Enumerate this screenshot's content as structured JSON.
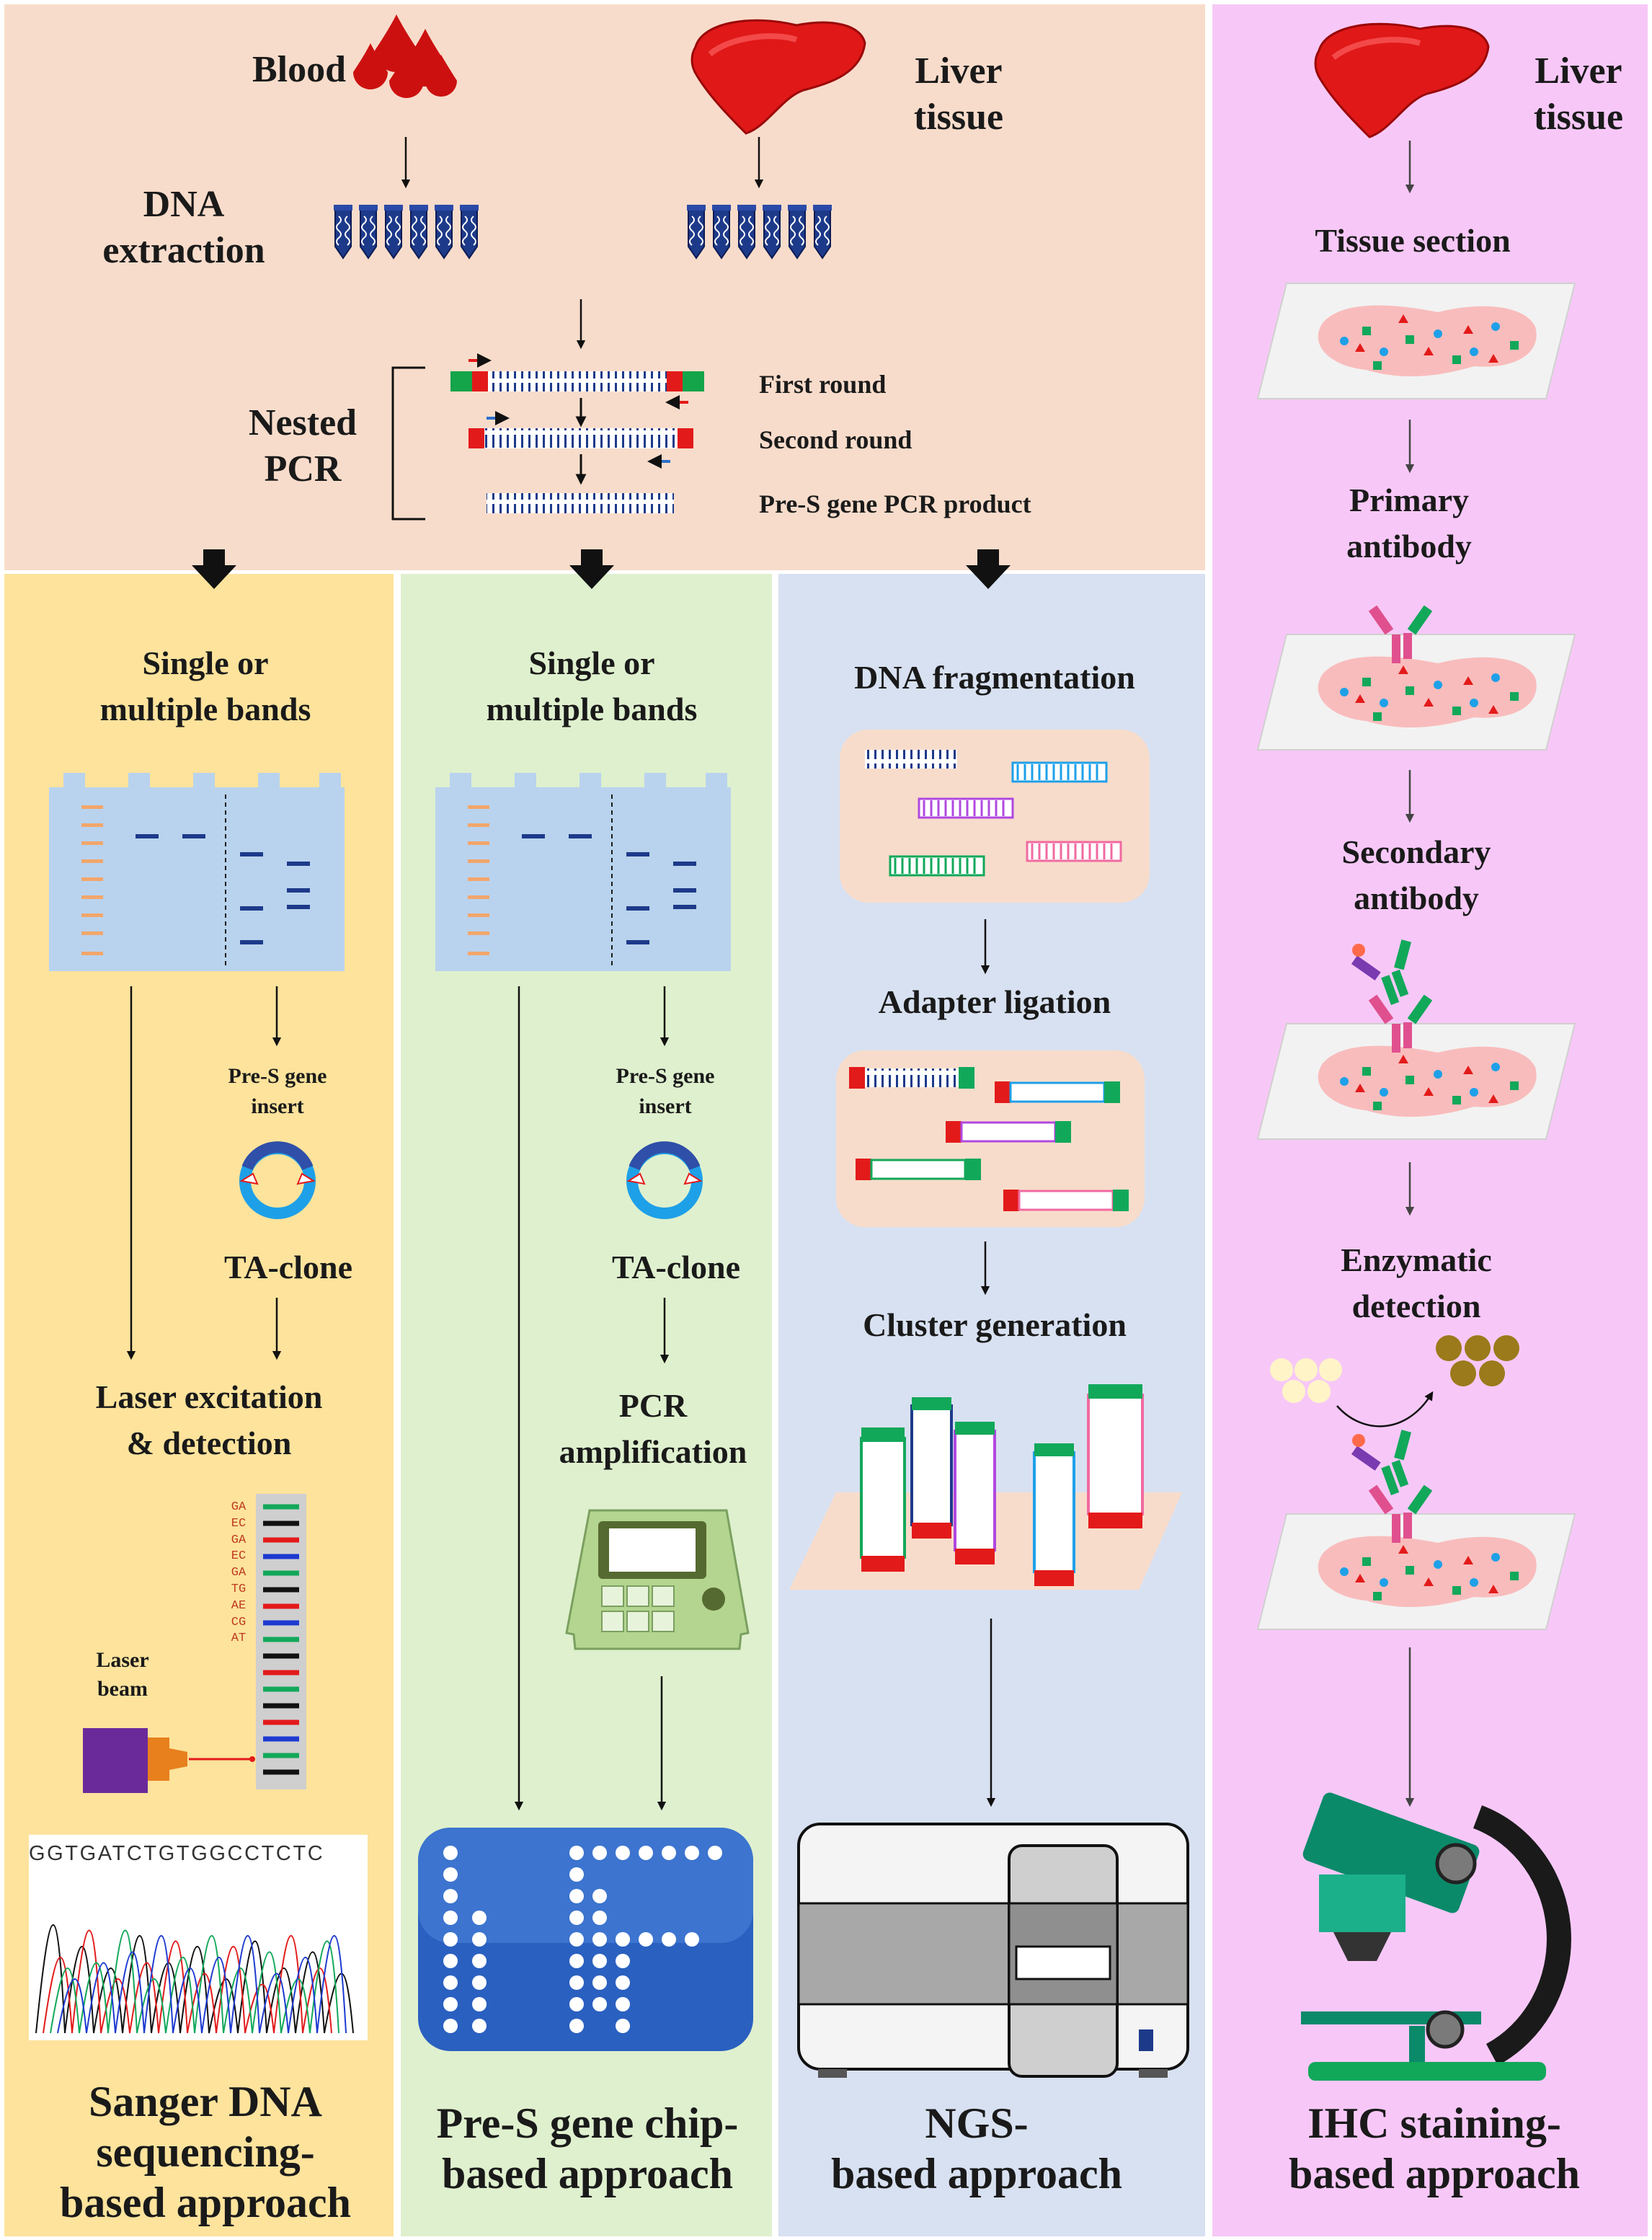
{
  "top": {
    "blood": "Blood",
    "liver_tissue_line1": "Liver",
    "liver_tissue_line2": "tissue",
    "dna_extraction_line1": "DNA",
    "dna_extraction_line2": "extraction",
    "nested_pcr_line1": "Nested",
    "nested_pcr_line2": "PCR",
    "first_round": "First round",
    "second_round": "Second round",
    "pcr_product": "Pre-S gene PCR product"
  },
  "sanger": {
    "bands_line1": "Single or",
    "bands_line2": "multiple bands",
    "insert_line1": "Pre-S gene",
    "insert_line2": "insert",
    "ta_clone": "TA-clone",
    "laser_line1": "Laser excitation",
    "laser_line2": "& detection",
    "laser_beam_line1": "Laser",
    "laser_beam_line2": "beam",
    "ladder_bases": "GAECGAECGATGAECGAT",
    "trace_sequence": "GGTGATCTGTGGCCTCTC",
    "caption_line1": "Sanger DNA",
    "caption_line2": "sequencing-",
    "caption_line3": "based approach"
  },
  "chip": {
    "bands_line1": "Single or",
    "bands_line2": "multiple bands",
    "insert_line1": "Pre-S gene",
    "insert_line2": "insert",
    "ta_clone": "TA-clone",
    "pcr_amp_line1": "PCR",
    "pcr_amp_line2": "amplification",
    "caption_line1": "Pre-S gene chip-",
    "caption_line2": "based approach"
  },
  "ngs": {
    "fragmentation": "DNA fragmentation",
    "adapter": "Adapter ligation",
    "cluster": "Cluster generation",
    "caption_line1": "NGS-",
    "caption_line2": "based approach"
  },
  "ihc": {
    "liver_line1": "Liver",
    "liver_line2": "tissue",
    "tissue_section": "Tissue section",
    "primary_line1": "Primary",
    "primary_line2": "antibody",
    "secondary_line1": "Secondary",
    "secondary_line2": "antibody",
    "enzymatic_line1": "Enzymatic",
    "enzymatic_line2": "detection",
    "caption_line1": "IHC staining-",
    "caption_line2": "based approach"
  },
  "colors": {
    "top_bg": "#f8dccb",
    "sanger_bg": "#fde39c",
    "chip_bg": "#dff0ce",
    "ngs_bg": "#d8e1f1",
    "ihc_bg": "#f7c8f7",
    "liver": "#e01818",
    "blood": "#cc1010"
  }
}
